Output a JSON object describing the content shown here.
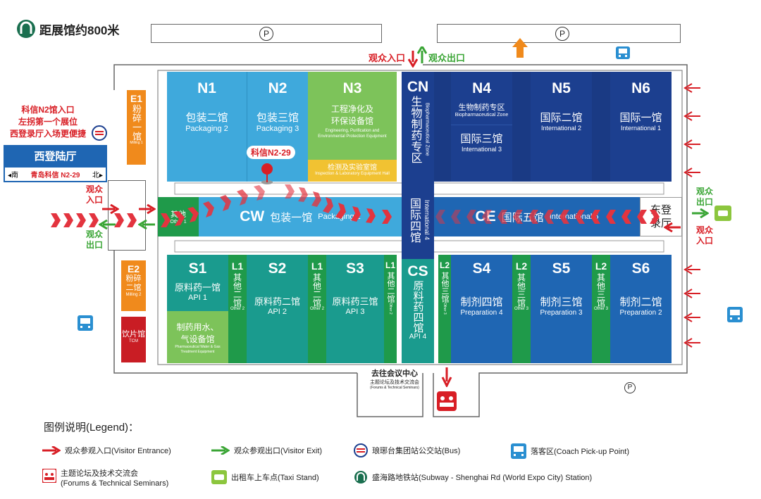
{
  "top_note": "距展馆约800米",
  "parking": "P",
  "entry_top": {
    "in": "观众入口",
    "out": "观众出口"
  },
  "halls": {
    "N1": {
      "code": "N1",
      "cn": "包装二馆",
      "en": "Packaging 2"
    },
    "N2": {
      "code": "N2",
      "cn": "包装三馆",
      "en": "Packaging 3"
    },
    "N3": {
      "code": "N3",
      "cn1": "工程净化及",
      "cn2": "环保设备馆",
      "en": "Engineering, Purification and Environmental Protection Equipment",
      "sub_cn": "检测及实验室馆",
      "sub_en": "Inspection & Laboratory Equipment Hall"
    },
    "CN": {
      "code": "CN",
      "cn": "生物制药专区",
      "en": "Biopharmaceutical Zone"
    },
    "N4": {
      "code": "N4",
      "cn": "生物制药专区",
      "en": "Biopharmaceutical Zone",
      "cn2": "国际三馆",
      "en2": "International 3"
    },
    "N5": {
      "code": "N5",
      "cn": "国际二馆",
      "en": "International 2"
    },
    "N6": {
      "code": "N6",
      "cn": "国际一馆",
      "en": "International 1"
    },
    "CW": {
      "code": "CW",
      "cn": "包装一馆",
      "en": "Packaging 1"
    },
    "CC": {
      "cn": "国际四馆",
      "en": "International 4"
    },
    "CE": {
      "code": "CE",
      "cn": "国际五馆",
      "en": "International 5"
    },
    "S1": {
      "code": "S1",
      "cn": "原料药一馆",
      "en": "API 1",
      "sub_cn1": "制药用水、",
      "sub_cn2": "气设备馆",
      "sub_en": "Pharmaceutical Water & Gas Treatment Equipment"
    },
    "S2": {
      "code": "S2",
      "cn": "原料药二馆",
      "en": "API 2"
    },
    "S3": {
      "code": "S3",
      "cn": "原料药三馆",
      "en": "API 3"
    },
    "CS": {
      "code": "CS",
      "cn": "原料药四馆",
      "en": "API 4"
    },
    "S4": {
      "code": "S4",
      "cn": "制剂四馆",
      "en": "Preparation 4"
    },
    "S5": {
      "code": "S5",
      "cn": "制剂三馆",
      "en": "Preparation 3"
    },
    "S6": {
      "code": "S6",
      "cn": "制剂二馆",
      "en": "Preparation 2"
    },
    "L1": {
      "code": "L1",
      "cn": "其他二馆",
      "en": "Other 2"
    },
    "L2": {
      "code": "L2",
      "cn": "其他三馆",
      "en": "Other 3"
    },
    "E1": {
      "code": "E1",
      "cn": "粉碎一馆",
      "en": "Milling 1"
    },
    "E2": {
      "code": "E2",
      "cn": "粉碎二馆",
      "en": "Milling 2"
    },
    "TCM": {
      "cn": "饮片馆",
      "en": "TCM"
    },
    "Other1": {
      "cn": "其他",
      "en": "Other 1"
    }
  },
  "west_hall": {
    "title": "西登陆厅",
    "south": "◂南",
    "route": "青岛科信 N2-29",
    "north": "北▸"
  },
  "east_hall": {
    "title1": "东登",
    "title2": "录厅"
  },
  "west_note": {
    "line1": "科信N2馆入口",
    "line2": "左拐第一个展位",
    "line3": "西登录厅入场更便捷"
  },
  "booth_pin": "科信N2-29",
  "west_in": "观众入口",
  "west_out": "观众出口",
  "east_out": "观众出口",
  "east_in": "观众入口",
  "conference": {
    "cn": "去往会议中心",
    "sub_cn": "主题论坛及技术交流会",
    "sub_en": "(Forums & Technical Seminars)"
  },
  "legend": {
    "title": "图例说明(Legend)：",
    "entrance": "观众参观入口(Visitor Entrance)",
    "exit": "观众参观出口(Visitor Exit)",
    "bus": "琅琊台集团站公交站(Bus)",
    "coach": "落客区(Coach Pick-up Point)",
    "forum_cn": "主题论坛及技术交流会",
    "forum_en": "(Forums & Technical Seminars)",
    "taxi": "出租车上车点(Taxi Stand)",
    "subway": "盛海路地铁站(Subway - Shenghai Rd (World Expo City) Station)"
  },
  "colors": {
    "light_blue": "#3fa9dc",
    "green": "#7dc35a",
    "navy": "#1c3f8f",
    "teal": "#1a9b8e",
    "dark_green": "#1f9a4a",
    "blue": "#1f66b3",
    "orange": "#f08a1c",
    "red": "#d81e25"
  }
}
